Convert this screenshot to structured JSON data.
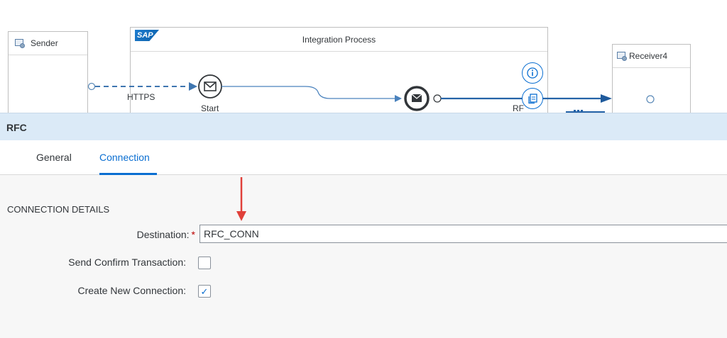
{
  "diagram": {
    "sender": {
      "label": "Sender"
    },
    "integration_process": {
      "label": "Integration Process",
      "logo": "SAP"
    },
    "receiver": {
      "label": "Receiver4"
    },
    "sender_channel": {
      "label": "HTTPS"
    },
    "start_event": {
      "label": "Start"
    },
    "receiver_channel": {
      "label": "RF"
    },
    "icons": {
      "sender_system": "system-icon",
      "receiver_system": "system-icon",
      "start": "envelope-icon",
      "end": "message-end-icon",
      "info": "info-icon",
      "copy": "copy-icon",
      "more": "ellipsis-icon"
    }
  },
  "panel": {
    "title": "RFC",
    "tabs": [
      {
        "label": "General",
        "active": false
      },
      {
        "label": "Connection",
        "active": true
      }
    ],
    "section_title": "CONNECTION DETAILS",
    "fields": {
      "destination": {
        "label": "Destination:",
        "required_mark": "*",
        "value": "RFC_CONN"
      },
      "send_confirm": {
        "label": "Send Confirm Transaction:",
        "checked": false
      },
      "create_new": {
        "label": "Create New Connection:",
        "checked": true,
        "check_glyph": "✓"
      }
    }
  },
  "colors": {
    "accent": "#0a6ed1",
    "header_bg": "#dbeaf7",
    "content_bg": "#f7f7f7",
    "annotation_arrow": "#e0403a"
  }
}
